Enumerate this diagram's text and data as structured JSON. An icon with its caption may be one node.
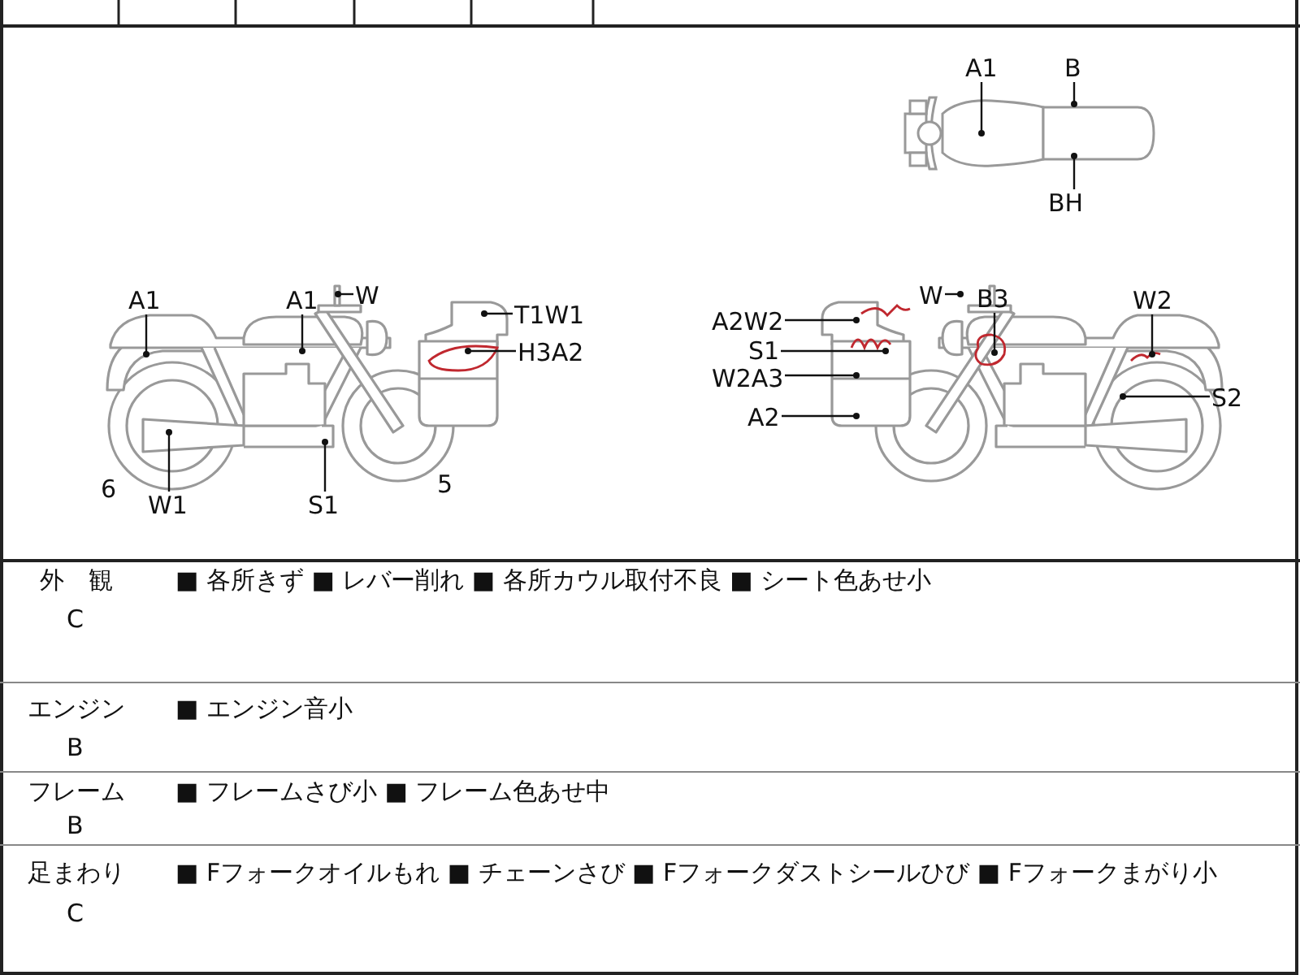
{
  "diagram": {
    "nodes": [
      {
        "text": [
          "A1"
        ]
      },
      {
        "text": [
          "B"
        ]
      },
      {
        "text": [
          "BH"
        ]
      },
      {
        "text": [
          "A1"
        ]
      },
      {
        "text": [
          "A1"
        ]
      },
      {
        "text": [
          "W"
        ]
      },
      {
        "text": [
          "T1W1"
        ]
      },
      {
        "text": [
          "H3A2"
        ]
      },
      {
        "text": [
          "W1"
        ]
      },
      {
        "text": [
          "S1"
        ]
      },
      {
        "text": [
          "A2W2"
        ]
      },
      {
        "text": [
          "S1"
        ]
      },
      {
        "text": [
          "W2A3"
        ]
      },
      {
        "text": [
          "A2"
        ]
      },
      {
        "text": [
          "W"
        ]
      },
      {
        "text": [
          "B3"
        ]
      },
      {
        "text": [
          "W2"
        ]
      },
      {
        "text": [
          "S2"
        ]
      }
    ],
    "edges": [
      {
        "from": 0,
        "to": null,
        "arrow": "other"
      },
      {
        "from": 1,
        "to": null,
        "arrow": "other"
      },
      {
        "from": 2,
        "to": null,
        "arrow": "other"
      },
      {
        "from": 3,
        "to": null,
        "arrow": "other"
      },
      {
        "from": 4,
        "to": null,
        "arrow": "other"
      },
      {
        "from": 5,
        "to": null,
        "arrow": "other"
      },
      {
        "from": 6,
        "to": null,
        "arrow": "other"
      },
      {
        "from": 7,
        "to": null,
        "arrow": "other"
      },
      {
        "from": 8,
        "to": null,
        "arrow": "other"
      },
      {
        "from": 9,
        "to": null,
        "arrow": "other"
      },
      {
        "from": 10,
        "to": null,
        "arrow": "other"
      },
      {
        "from": 11,
        "to": null,
        "arrow": "other"
      },
      {
        "from": 12,
        "to": null,
        "arrow": "other"
      },
      {
        "from": 13,
        "to": null,
        "arrow": "other"
      },
      {
        "from": 14,
        "to": null,
        "arrow": "other"
      },
      {
        "from": 15,
        "to": null,
        "arrow": "other"
      },
      {
        "from": 16,
        "to": null,
        "arrow": "other"
      },
      {
        "from": 17,
        "to": null,
        "arrow": "other"
      }
    ],
    "labels": [
      "6",
      "5",
      "外　観",
      "C",
      "■ 各所きず ■ レバー削れ ■ 各所カウル取付不良 ■ シート色あせ小",
      "エンジン",
      "B",
      "■ エンジン音小",
      "フレーム",
      "B",
      "■ フレームさび小 ■ フレーム色あせ中",
      "足まわり",
      "C",
      "■ Fフォークオイルもれ ■ チェーンさび ■ Fフォークダストシールひび ■ Fフォークまがり小"
    ]
  }
}
